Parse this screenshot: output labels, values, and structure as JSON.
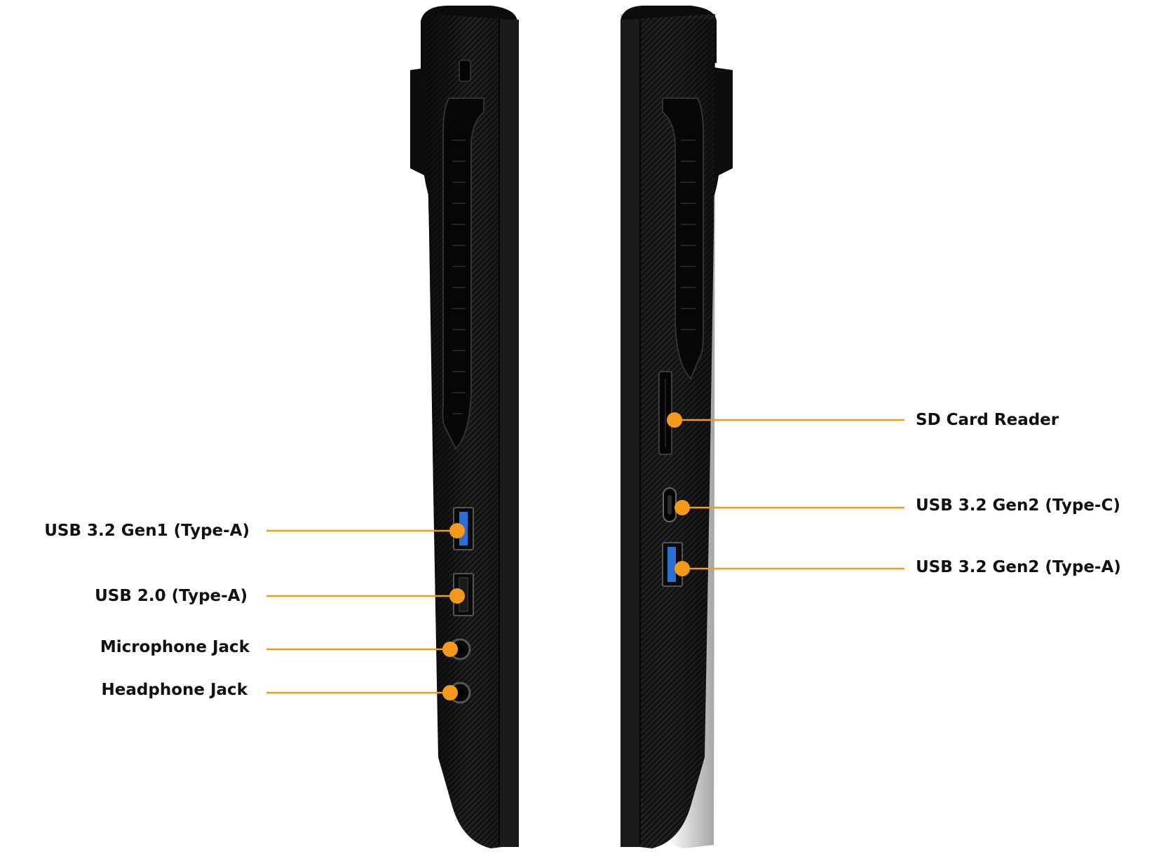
{
  "colors": {
    "background": "#ffffff",
    "accent": "#f39a1e",
    "chassis": "#111111",
    "chassis_highlight": "#2a2a2a",
    "usb3_blue": "#2a6fd6",
    "label_text": "#111111"
  },
  "left_side": {
    "callouts": [
      {
        "id": "usb32-gen1-type-a",
        "label": "USB 3.2 Gen1 (Type-A)",
        "icon": "usb-a-blue-port-icon"
      },
      {
        "id": "usb20-type-a",
        "label": "USB 2.0 (Type-A)",
        "icon": "usb-a-black-port-icon"
      },
      {
        "id": "microphone-jack",
        "label": "Microphone Jack",
        "icon": "audio-jack-icon"
      },
      {
        "id": "headphone-jack",
        "label": "Headphone Jack",
        "icon": "audio-jack-icon"
      }
    ],
    "other_features": [
      "lock-slot-icon",
      "vent-icon"
    ]
  },
  "right_side": {
    "callouts": [
      {
        "id": "sd-card-reader",
        "label": "SD Card Reader",
        "icon": "sd-slot-icon"
      },
      {
        "id": "usb32-gen2-type-c",
        "label": "USB 3.2 Gen2 (Type-C)",
        "icon": "usb-c-port-icon"
      },
      {
        "id": "usb32-gen2-type-a",
        "label": "USB 3.2 Gen2 (Type-A)",
        "icon": "usb-a-blue-port-icon"
      }
    ],
    "other_features": [
      "vent-icon"
    ]
  }
}
